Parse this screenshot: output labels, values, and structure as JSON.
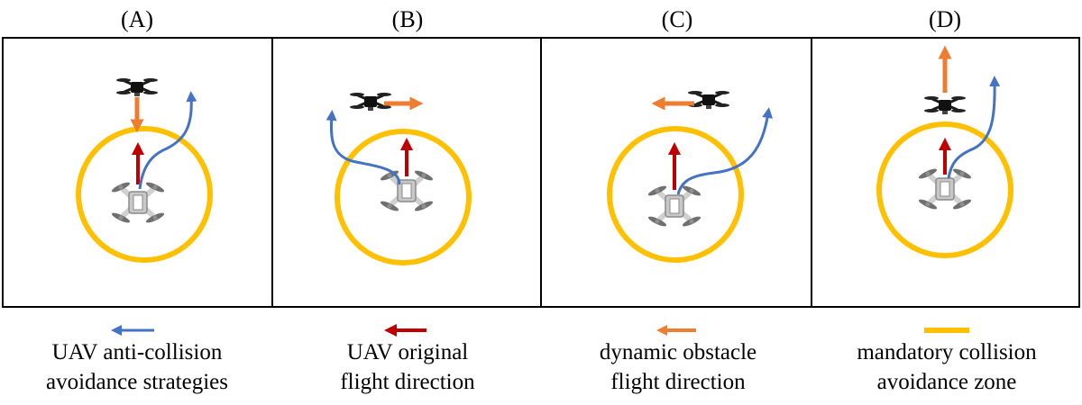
{
  "panels": [
    {
      "label": "(A)"
    },
    {
      "label": "(B)"
    },
    {
      "label": "(C)"
    },
    {
      "label": "(D)"
    }
  ],
  "legend": [
    {
      "line1": "UAV anti-collision",
      "line2": "avoidance strategies",
      "color": "#4472C4"
    },
    {
      "line1": "UAV original",
      "line2": "flight direction",
      "color": "#C00000"
    },
    {
      "line1": "dynamic obstacle",
      "line2": "flight direction",
      "color": "#ED7D31"
    },
    {
      "line1": "mandatory collision",
      "line2": "avoidance zone",
      "color": "#FFC000"
    }
  ],
  "colors": {
    "avoidance_path": "#4472C4",
    "original_direction": "#C00000",
    "obstacle_direction": "#ED7D31",
    "collision_zone": "#FFC000",
    "own_uav": "#bfbfbf",
    "obstacle_uav": "#1a1a1a"
  }
}
